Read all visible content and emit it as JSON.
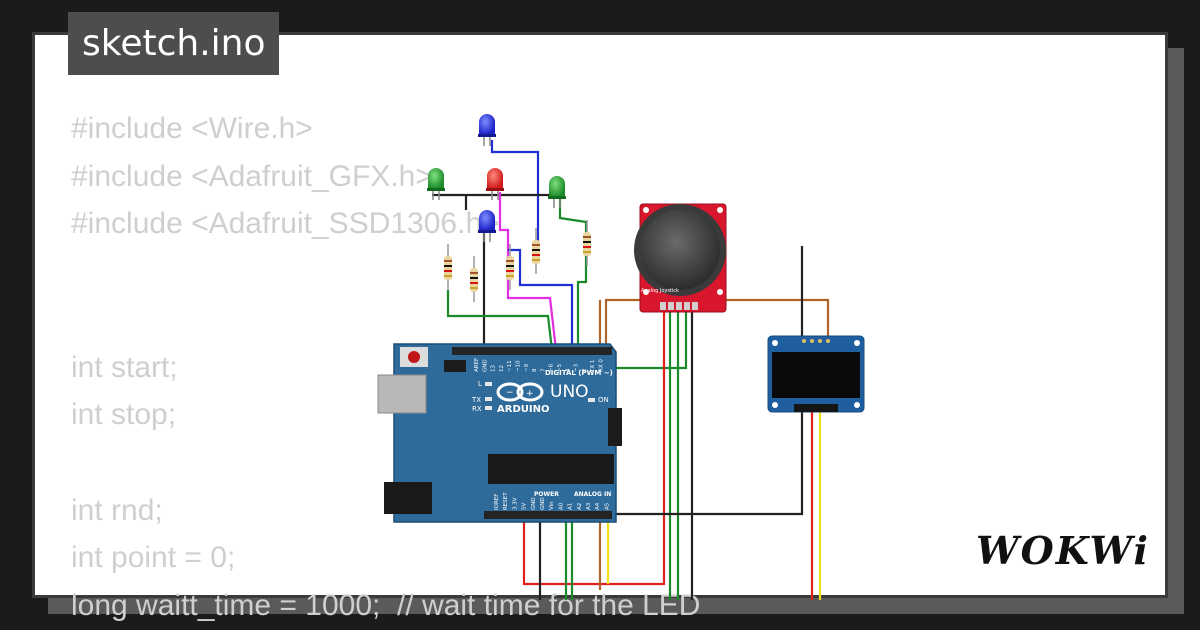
{
  "title": "sketch.ino",
  "code_lines": [
    "#include <Wire.h>",
    "#include <Adafruit_GFX.h>",
    "#include <Adafruit_SSD1306.h>",
    "",
    "",
    "int start;",
    "int stop;",
    "",
    "int rnd;",
    "int point = 0;",
    "long waitt_time = 1000;  // wait time for the LED"
  ],
  "arduino": {
    "brand": "ARDUINO",
    "model": "UNO",
    "digital_label": "DIGITAL (PWM ~)",
    "power_label": "POWER",
    "analog_label": "ANALOG IN",
    "on_label": "ON",
    "led_labels": [
      "L",
      "TX",
      "RX"
    ],
    "top_pins": [
      "AREF",
      "GND",
      "13",
      "12",
      "~11",
      "~10",
      "~9",
      "8",
      "7",
      "~6",
      "~5",
      "4",
      "~3",
      "2",
      "TX 1",
      "RX 0"
    ],
    "bottom_pins": [
      "IOREF",
      "RESET",
      "3.3V",
      "5V",
      "GND",
      "GND",
      "Vin",
      "A0",
      "A1",
      "A2",
      "A3",
      "A4",
      "A5"
    ]
  },
  "joystick": {
    "label": "Analog Joystick"
  },
  "logo": "WOKWi",
  "colors": {
    "background": "#1b1b1b",
    "card": "#ffffff",
    "tab": "#4d4d4d",
    "code_text": "#cfcfcf",
    "board": "#2f6b9a",
    "joystick_pcb": "#d8162c",
    "oled_pcb": "#1f5fa0",
    "wire_green": "#1a8a2a",
    "wire_blue": "#1f2fd0",
    "wire_magenta": "#e12ee0",
    "wire_red": "#e0201a",
    "wire_brown": "#b0642a",
    "wire_yellow": "#f2e01a",
    "wire_black": "#222222"
  }
}
